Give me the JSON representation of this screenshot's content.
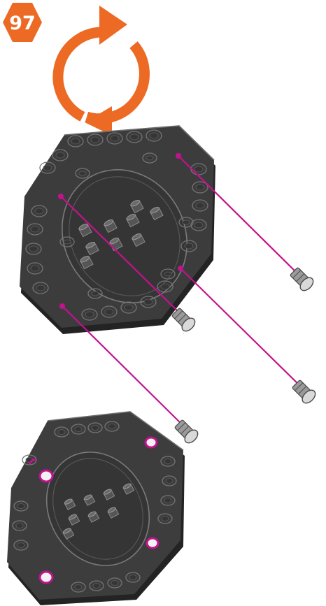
{
  "step": {
    "number": "97",
    "badge_color": "#ec6a24"
  },
  "rotate_indicator": {
    "icon": "rotate-clockwise-icon",
    "color": "#ec6a24"
  },
  "colors": {
    "plate": "#3a3a3a",
    "plate_edge": "#222222",
    "guide_line": "#c2128f",
    "pin": "#d9d9d9"
  },
  "parts": {
    "plate": "octagonal-plate",
    "pin_count": 4
  }
}
